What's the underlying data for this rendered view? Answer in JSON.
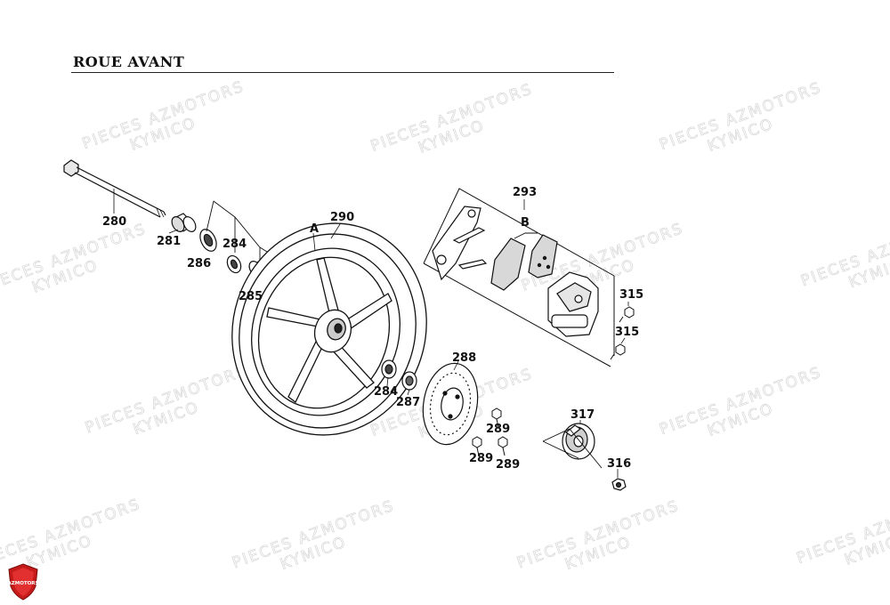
{
  "page": {
    "title": "ROUE AVANT"
  },
  "watermark": {
    "line1": "PIECES AZMOTORS",
    "line2": "KYMICO"
  },
  "logo": {
    "text": "AZMOTORS",
    "color": "#d02020"
  },
  "callouts": {
    "c280": "280",
    "c281": "281",
    "c284a": "284",
    "c286": "286",
    "c285": "285",
    "c290": "290",
    "cA": "A",
    "c284b": "284",
    "c287": "287",
    "c288": "288",
    "c289a": "289",
    "c289b": "289",
    "c289c": "289",
    "c293": "293",
    "cB": "B",
    "c315a": "315",
    "c315b": "315",
    "c317": "317",
    "c316": "316"
  }
}
